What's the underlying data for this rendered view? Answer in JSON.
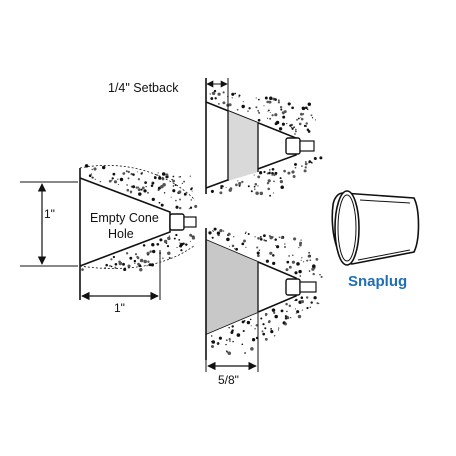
{
  "labels": {
    "setback": "1/4\" Setback",
    "empty_cone_line1": "Empty Cone",
    "empty_cone_line2": "Hole",
    "dim_height": "1\"",
    "dim_width": "1\"",
    "dim_58": "5/8\"",
    "product": "Snaplug"
  },
  "colors": {
    "ink": "#111111",
    "plug_fill_light": "#d9d9d9",
    "plug_fill_dark": "#c8c8c8",
    "product_text": "#1f6fb5"
  },
  "icons": {
    "snaplug": "truncated-cone-plug-icon"
  }
}
